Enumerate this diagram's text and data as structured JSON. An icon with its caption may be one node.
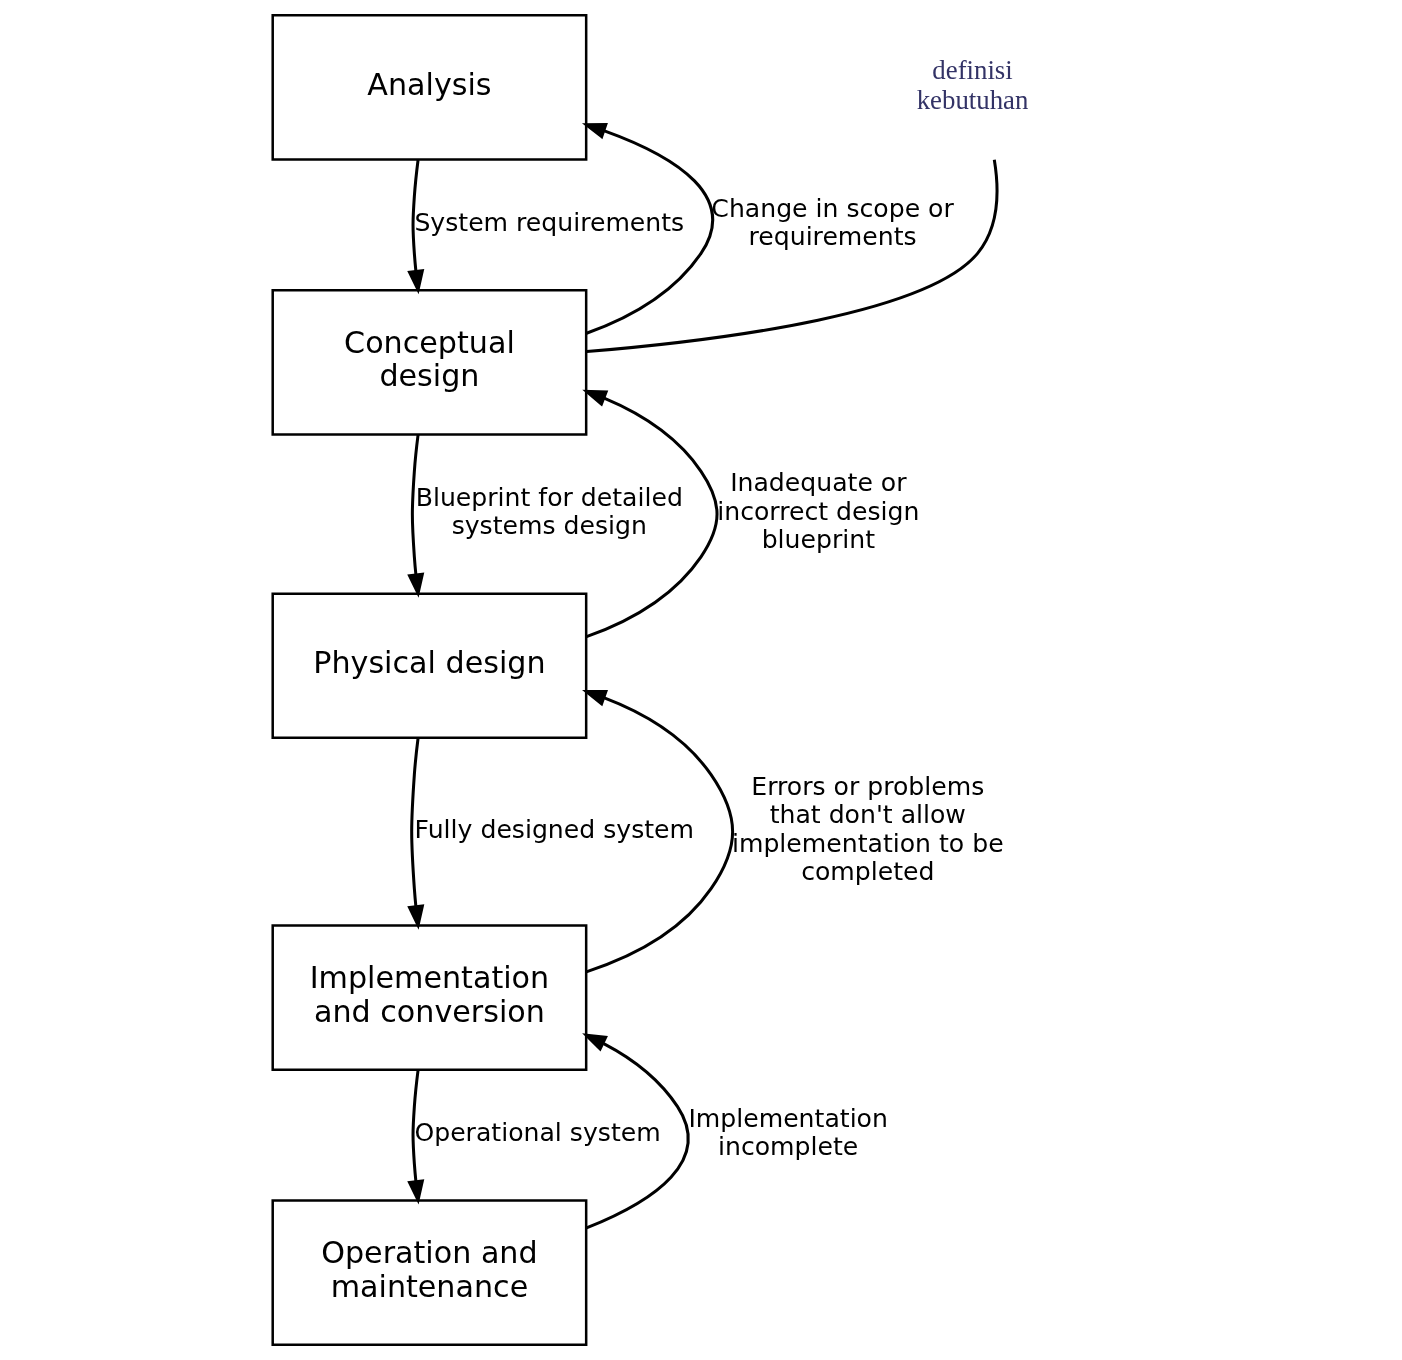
{
  "diagram": {
    "nodes": [
      {
        "text": [
          "Analysis"
        ]
      },
      {
        "text": [
          "Conceptual design"
        ]
      },
      {
        "text": [
          "Physical design"
        ]
      },
      {
        "text": [
          "Implementation and conversion"
        ]
      },
      {
        "text": [
          "Operation and maintenance"
        ]
      },
      {
        "text": [
          "definisi kebutuhan"
        ]
      }
    ],
    "edges": [
      {
        "from": 0,
        "to": 1,
        "arrow": "to",
        "label": "System requirements"
      },
      {
        "from": 1,
        "to": 0,
        "arrow": "to",
        "label": "Change in scope or requirements"
      },
      {
        "from": 1,
        "to": 2,
        "arrow": "to",
        "label": "Blueprint for detailed systems design"
      },
      {
        "from": 2,
        "to": 1,
        "arrow": "to",
        "label": "Inadequate or incorrect design blueprint"
      },
      {
        "from": 2,
        "to": 3,
        "arrow": "to",
        "label": "Fully designed system"
      },
      {
        "from": 3,
        "to": 2,
        "arrow": "to",
        "label": "Errors or problems that don't allow implementation to be completed"
      },
      {
        "from": 3,
        "to": 4,
        "arrow": "to",
        "label": "Operational system"
      },
      {
        "from": 4,
        "to": 3,
        "arrow": "to",
        "label": "Implementation incomplete"
      },
      {
        "from": 5,
        "to": 1,
        "arrow": "none"
      }
    ]
  }
}
